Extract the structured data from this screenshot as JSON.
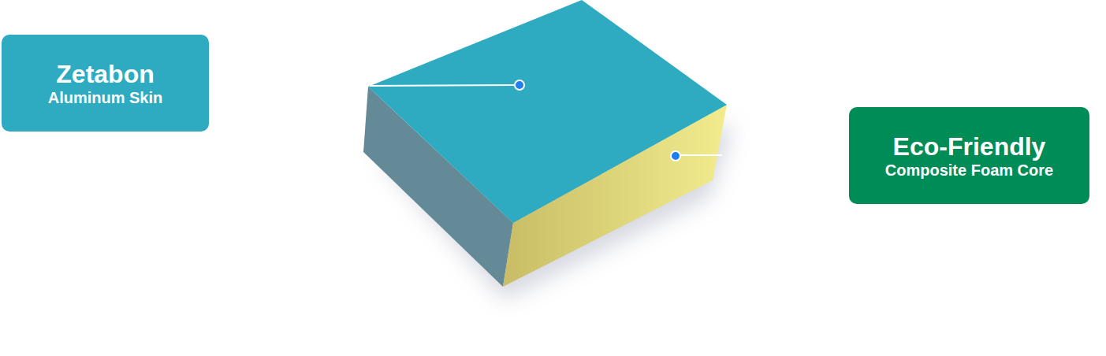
{
  "diagram": {
    "nodes": [
      {
        "text": [
          "Zetabon",
          "Aluminum Skin"
        ]
      },
      {
        "text": [
          "Eco-Friendly",
          "Composite Foam Core"
        ]
      }
    ]
  }
}
